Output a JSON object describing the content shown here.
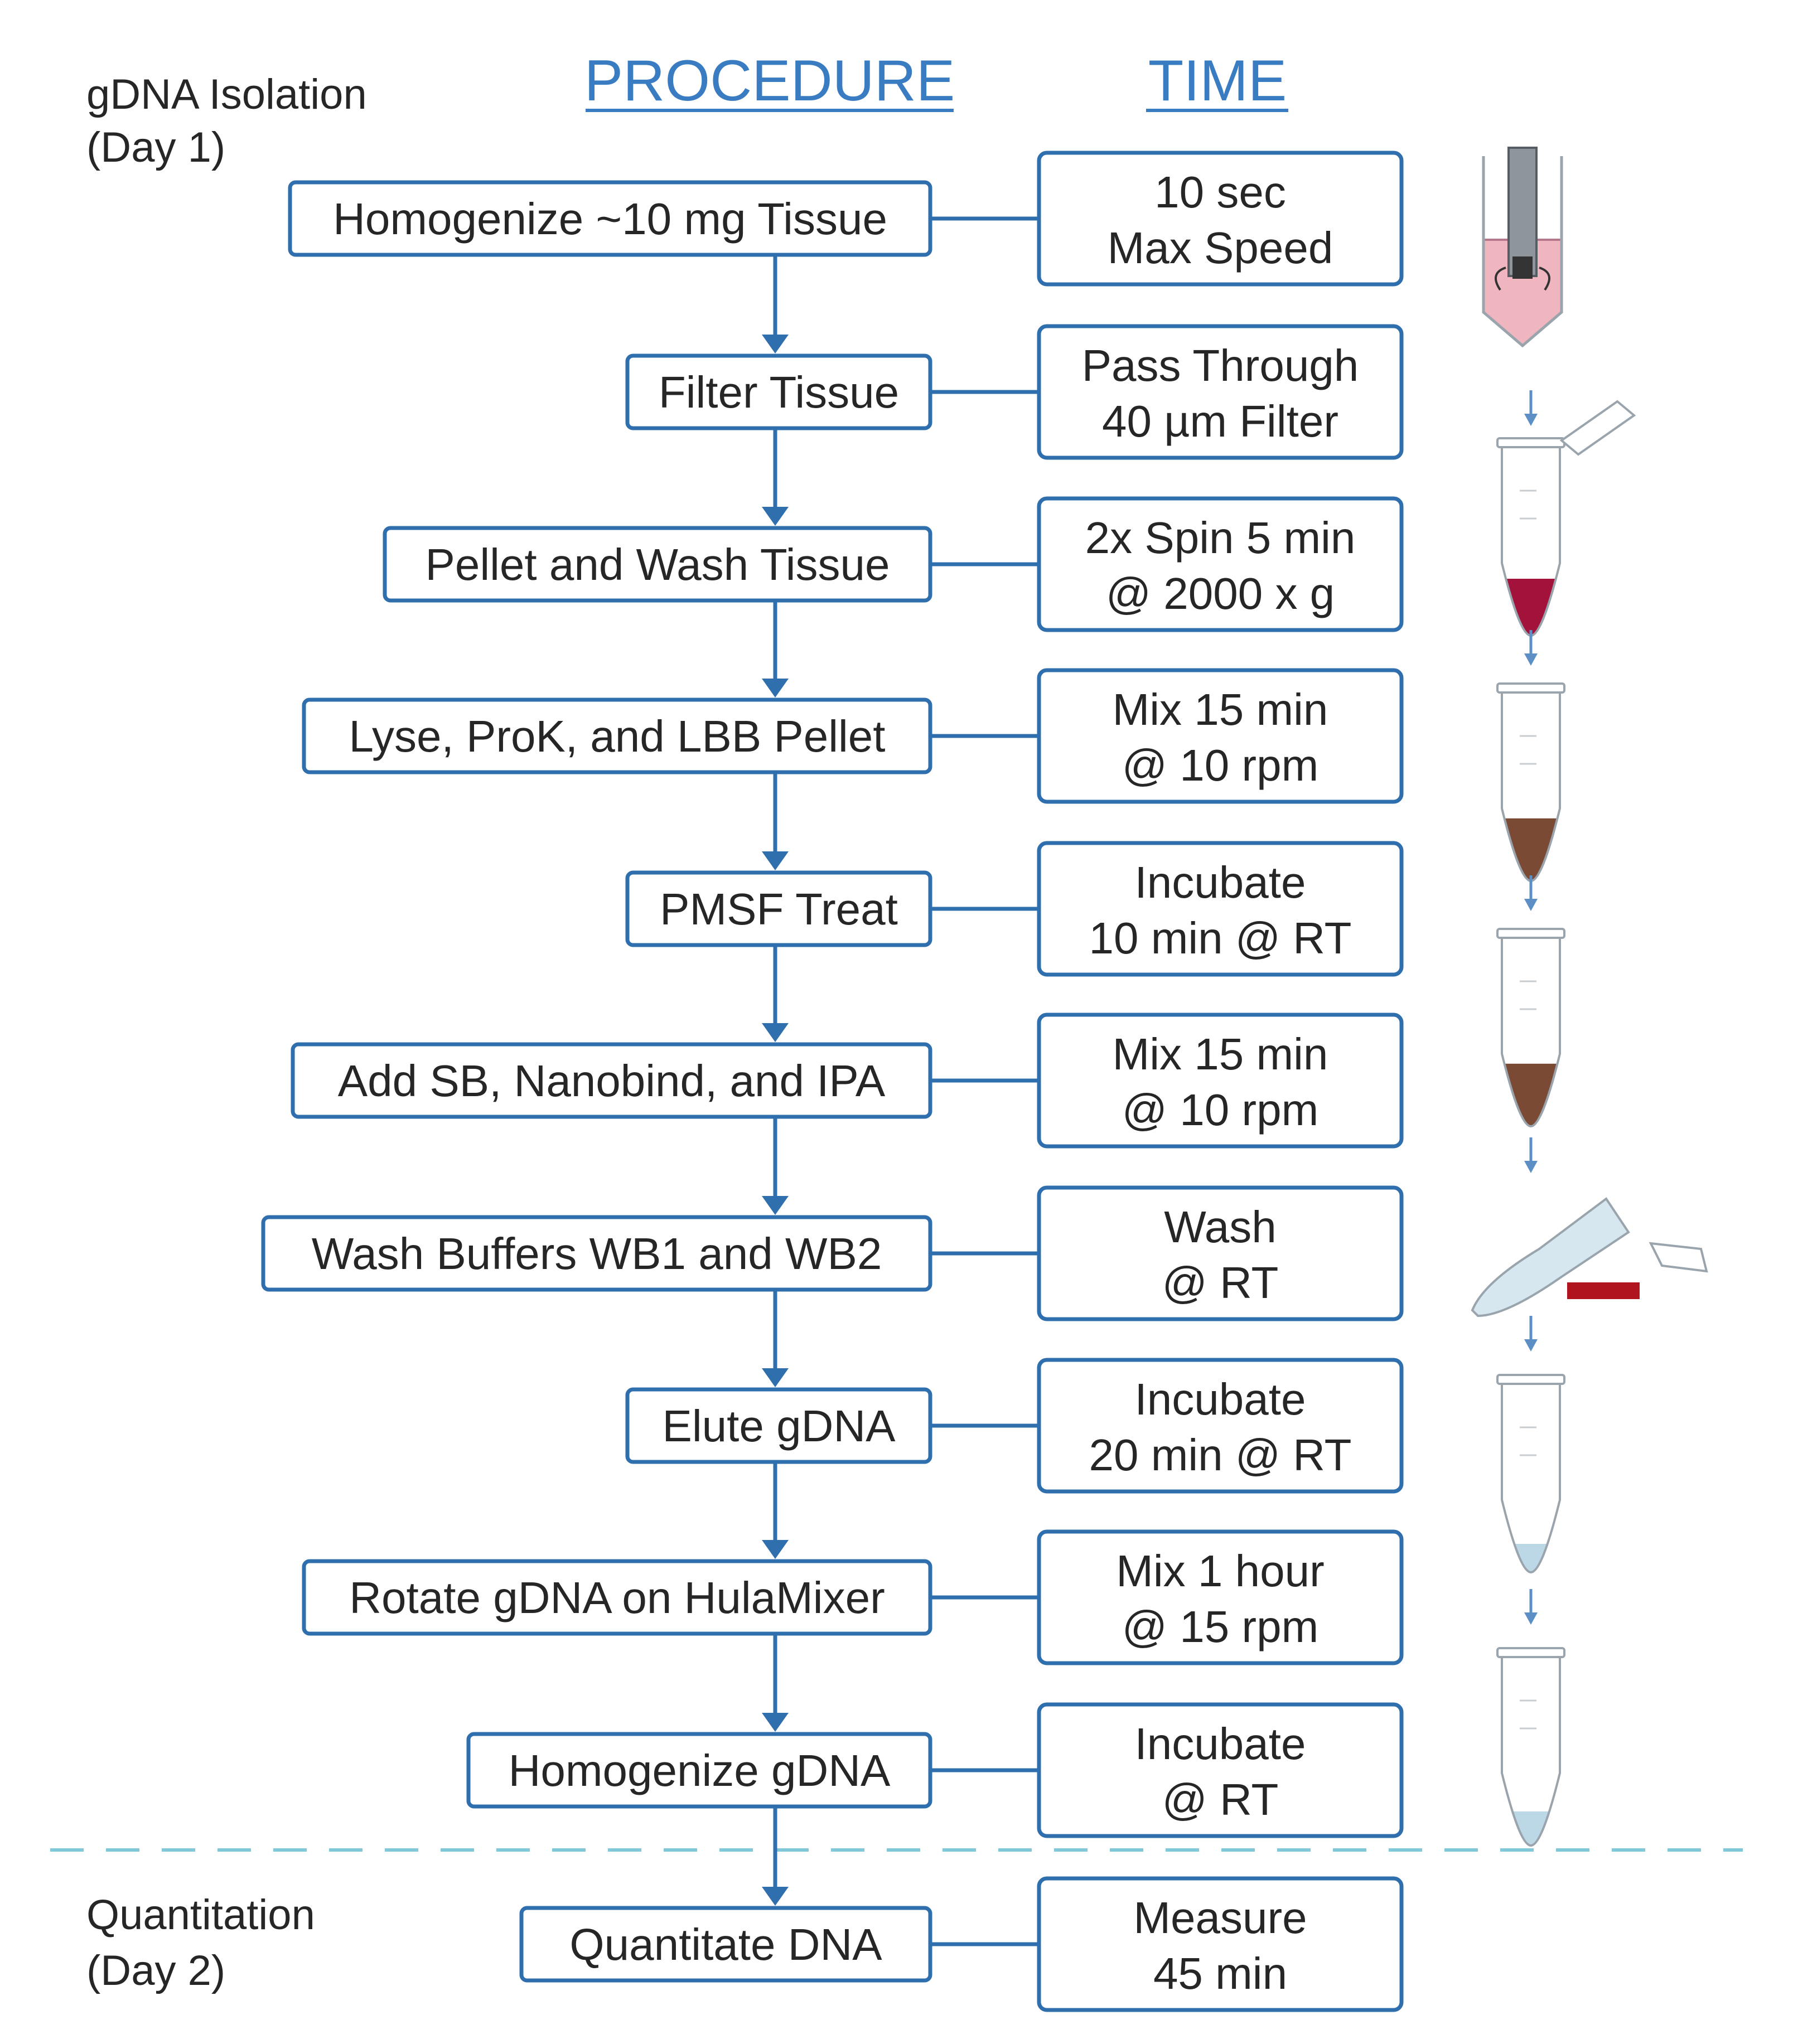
{
  "headers": {
    "procedure": "PROCEDURE",
    "time": "TIME"
  },
  "sections": {
    "day1": {
      "line1": "gDNA Isolation",
      "line2": "(Day 1)"
    },
    "day2": {
      "line1": "Quantitation",
      "line2": "(Day 2)"
    }
  },
  "steps": [
    {
      "procedure": "Homogenize ~10 mg Tissue",
      "time": [
        "10 sec",
        "Max Speed"
      ]
    },
    {
      "procedure": "Filter Tissue",
      "time": [
        "Pass Through",
        "40 µm Filter"
      ]
    },
    {
      "procedure": "Pellet and Wash Tissue",
      "time": [
        "2x Spin 5 min",
        "@ 2000 x g"
      ]
    },
    {
      "procedure": "Lyse, ProK, and LBB Pellet",
      "time": [
        "Mix 15 min",
        "@ 10 rpm"
      ]
    },
    {
      "procedure": "PMSF Treat",
      "time": [
        "Incubate",
        "10 min @ RT"
      ]
    },
    {
      "procedure": "Add SB, Nanobind, and IPA",
      "time": [
        "Mix 15 min",
        "@ 10 rpm"
      ]
    },
    {
      "procedure": "Wash Buffers WB1 and WB2",
      "time": [
        "Wash",
        "@ RT"
      ]
    },
    {
      "procedure": "Elute gDNA",
      "time": [
        "Incubate",
        "20 min @ RT"
      ]
    },
    {
      "procedure": "Rotate gDNA on HulaMixer",
      "time": [
        "Mix 1 hour",
        "@ 15 rpm"
      ]
    },
    {
      "procedure": "Homogenize gDNA",
      "time": [
        "Incubate",
        "@ RT"
      ]
    },
    {
      "procedure": "Quantitate DNA",
      "time": [
        "Measure",
        "45 min"
      ]
    }
  ],
  "colors": {
    "box_stroke": "#2f6fad",
    "arrow": "#2f6fad",
    "header": "#3a7cc1",
    "divider": "#7fc7d9",
    "tissue_red": "#a3123a",
    "lysate_brown": "#7a4a35",
    "eluate_blue": "#bcd7e6"
  },
  "icons": [
    "homogenizer-icon",
    "tube-open-icon",
    "tube-red-pellet-icon",
    "tube-brown-lysate-icon",
    "tube-brown-lysate-icon",
    "tube-tilted-magnet-icon",
    "tube-light-blue-icon",
    "tube-light-blue-icon",
    "tube-light-blue-icon"
  ]
}
